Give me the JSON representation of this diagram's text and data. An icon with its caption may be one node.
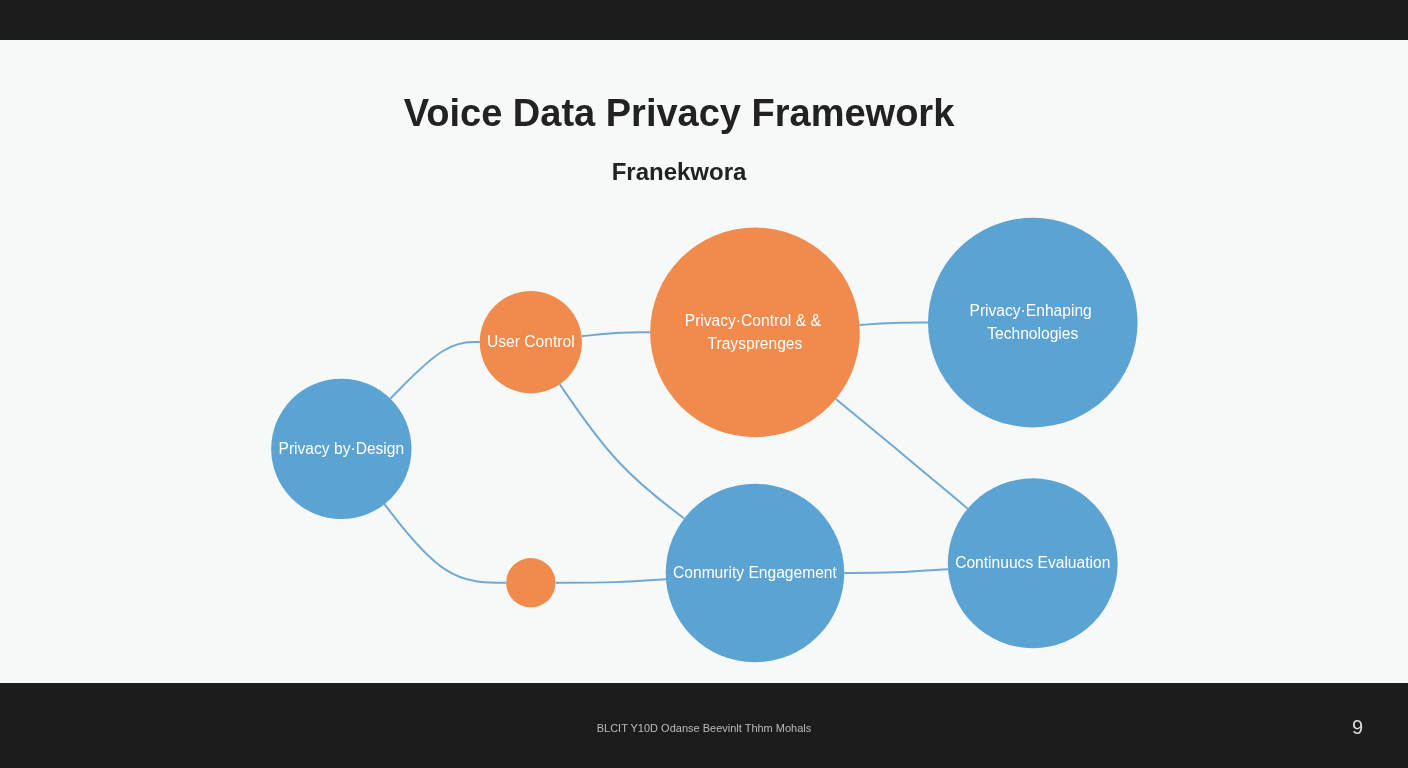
{
  "diagram": {
    "title": "Voice Data Privacy Framework",
    "nodes": [
      {
        "text": [
          "Privacy by·Design"
        ]
      },
      {
        "text": [
          "User Control"
        ]
      },
      {
        "text": [
          "Privacy·Control & & Traysprenges"
        ]
      },
      {
        "text": [
          "Privacy·Enhaping Technologies"
        ]
      },
      {
        "text": [],
        "shape": "circle"
      },
      {
        "text": [
          "Conmurity Engagement"
        ]
      },
      {
        "text": [
          "Continuucs Evaluation"
        ]
      }
    ],
    "edges": [
      {
        "from": 0,
        "to": 1,
        "arrow": "none"
      },
      {
        "from": 1,
        "to": 2,
        "arrow": "none"
      },
      {
        "from": 2,
        "to": 3,
        "arrow": "none"
      },
      {
        "from": 0,
        "to": 4,
        "arrow": "none"
      },
      {
        "from": 1,
        "to": 5,
        "arrow": "none"
      },
      {
        "from": 2,
        "to": 6,
        "arrow": "none"
      },
      {
        "from": 4,
        "to": 5,
        "arrow": "none"
      },
      {
        "from": 5,
        "to": 6,
        "arrow": "none"
      }
    ],
    "labels": [
      "Franekwora",
      "BLCIT Y10D Odanse Beevinlt Thhm Mohals",
      "9"
    ]
  }
}
